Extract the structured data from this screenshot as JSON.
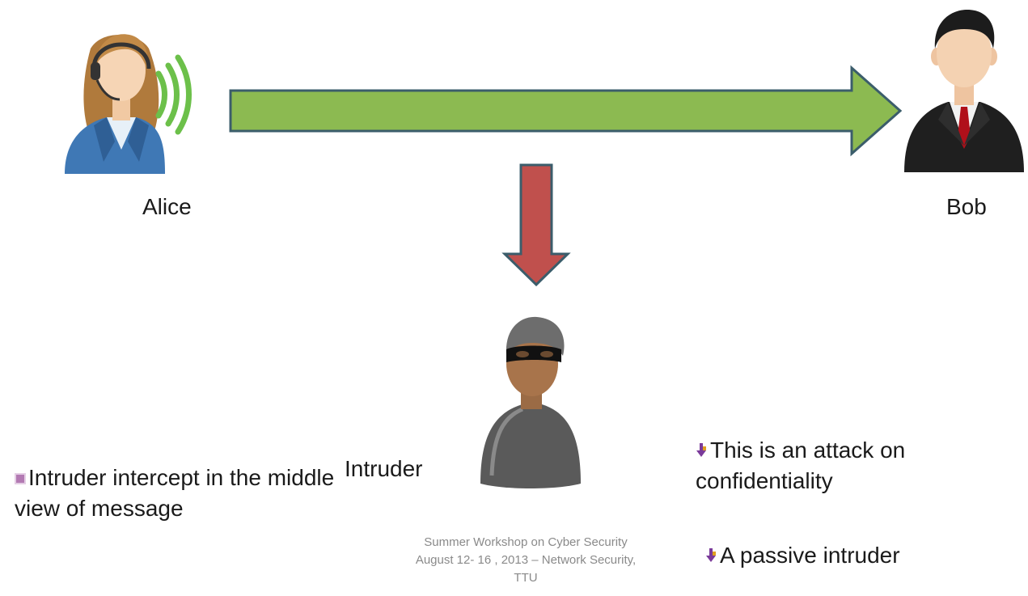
{
  "actors": {
    "alice": "Alice",
    "bob": "Bob",
    "intruder": "Intruder"
  },
  "notes": {
    "left": "Intruder intercept in the middle view of message",
    "right_1": "This is an attack on confidentiality",
    "right_2": "A passive intruder"
  },
  "footer": {
    "line1": "Summer  Workshop  on  Cyber Security",
    "line2": "August 12- 16 , 2013 – Network  Security,",
    "line3": "TTU"
  },
  "colors": {
    "message_arrow": "#8cba51",
    "intercept_arrow": "#c0504d",
    "arrow_outline": "#3b5d6b",
    "bullet_square": "#b37ab3"
  },
  "icons": {
    "alice": "female-operator-headset-icon",
    "bob": "businessman-icon",
    "intruder": "masked-thief-icon"
  }
}
